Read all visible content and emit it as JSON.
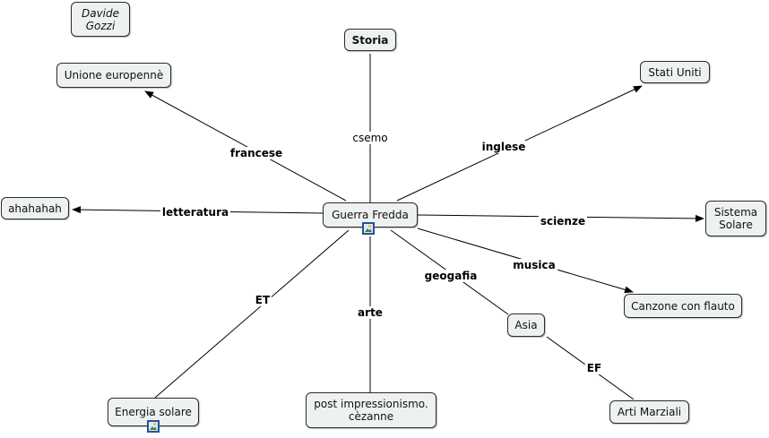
{
  "author": {
    "line1": "Davide",
    "line2": "Gozzi"
  },
  "nodes": {
    "storia": "Storia",
    "unione": "Unione europennè",
    "stati_uniti": "Stati Uniti",
    "ahahahah": "ahahahah",
    "guerra_fredda": "Guerra Fredda",
    "sistema_solare_1": "Sistema",
    "sistema_solare_2": "Solare",
    "canzone": "Canzone con flauto",
    "asia": "Asia",
    "energia": "Energia solare",
    "post_1": "post impressionismo.",
    "post_2": "cèzanne",
    "arti": "Arti Marziali"
  },
  "links": {
    "csemo": "csemo",
    "francese": "francese",
    "inglese": "inglese",
    "letteratura": "letteratura",
    "scienze": "scienze",
    "musica": "musica",
    "geogafia": "geogafia",
    "et": "ET",
    "arte": "arte",
    "ef": "EF"
  },
  "icons": {
    "guerra_fredda_image": "image-icon",
    "energia_image": "image-icon"
  }
}
